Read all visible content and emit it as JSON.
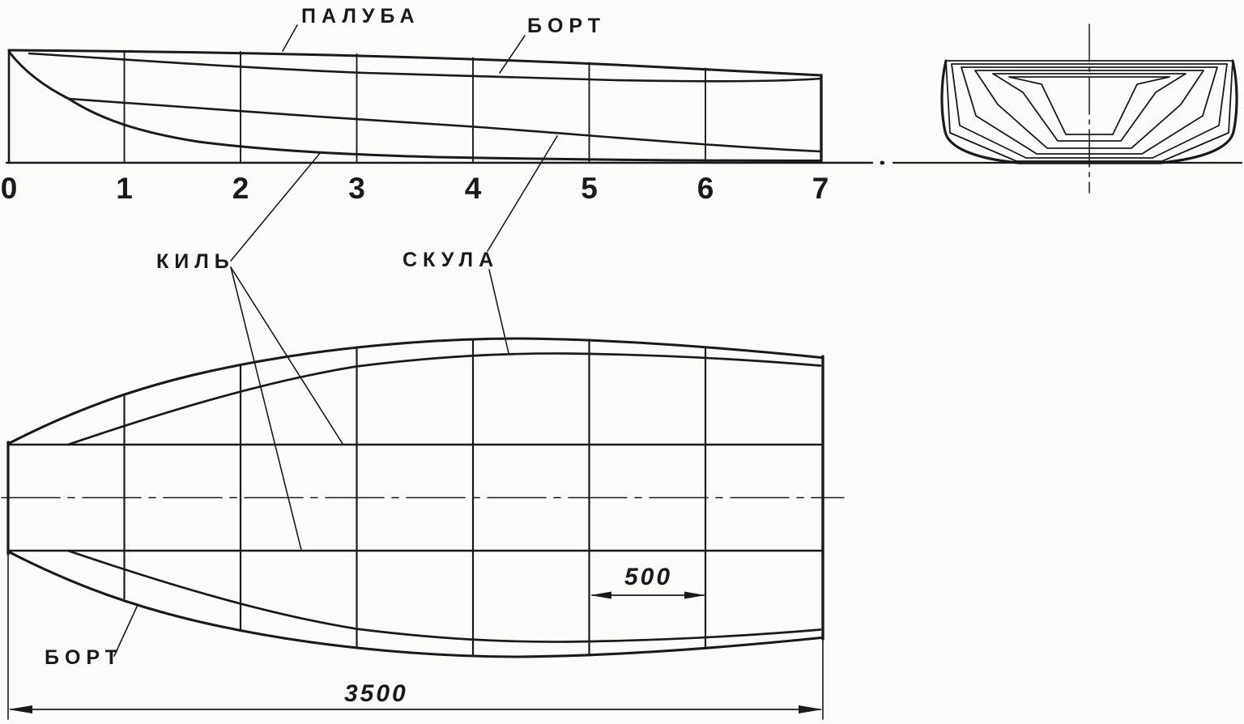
{
  "colors": {
    "ink": "#1a1a1a",
    "paper": "#fbfbf9"
  },
  "labels": {
    "deck": "ПАЛУБА",
    "sheer_top": "БОРТ",
    "keel": "КИЛЬ",
    "chine": "СКУЛА",
    "sheer_bottom": "БОРТ"
  },
  "stations": [
    "0",
    "1",
    "2",
    "3",
    "4",
    "5",
    "6",
    "7"
  ],
  "dimensions": {
    "frame_spacing": "500",
    "overall_length": "3500"
  }
}
